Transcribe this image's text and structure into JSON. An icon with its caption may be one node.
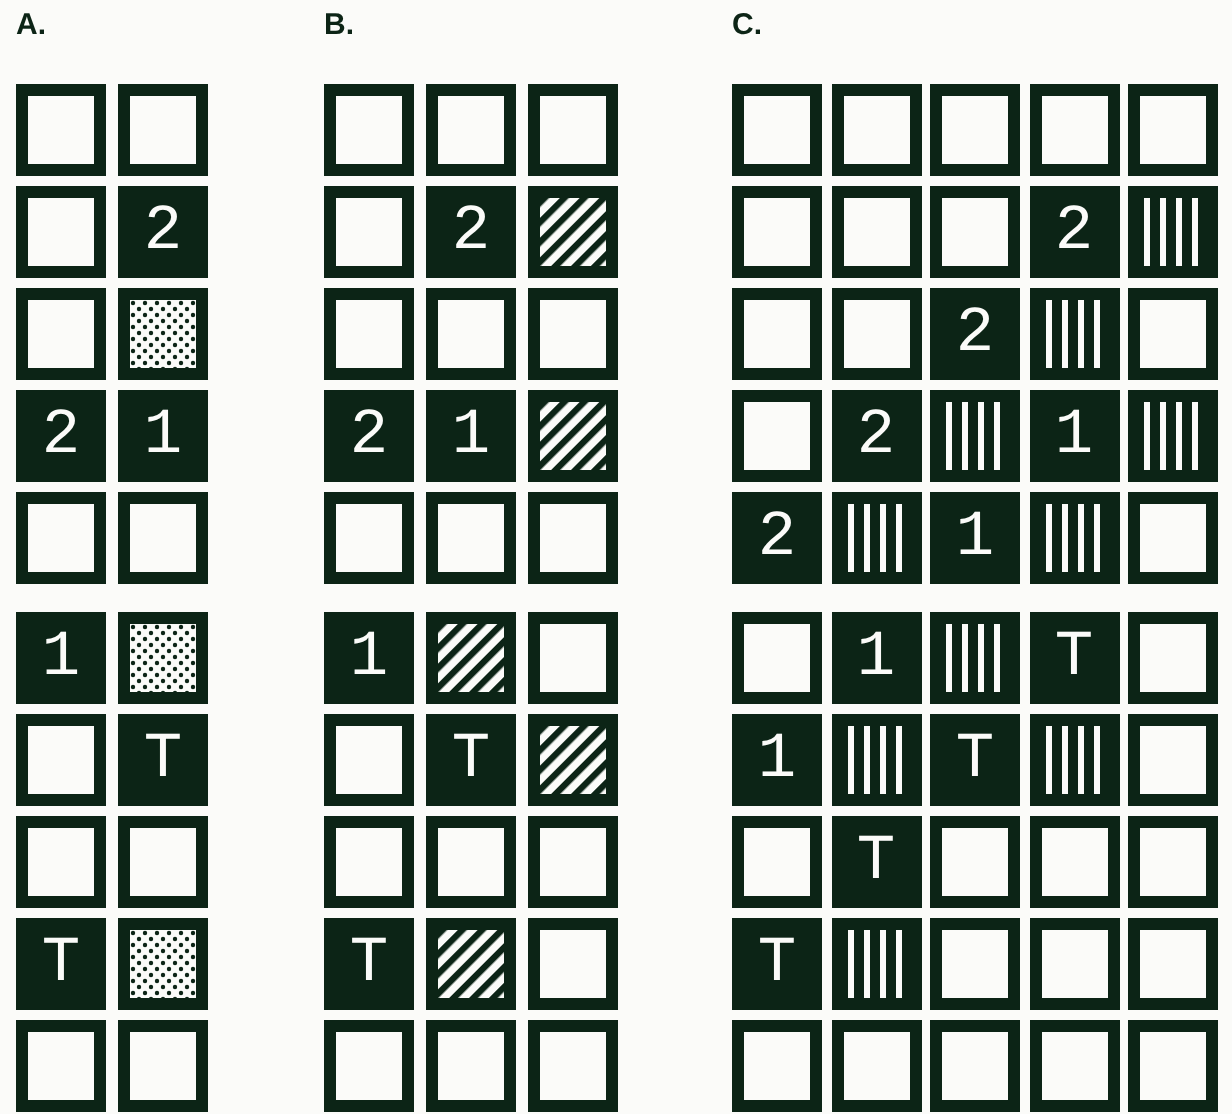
{
  "diagram": {
    "nodes": [
      {
        "text": [
          "A."
        ]
      },
      {
        "text": [],
        "shape": "box",
        "in": 0
      },
      {
        "text": [],
        "shape": "box",
        "in": 0
      },
      {
        "text": [],
        "shape": "box",
        "in": 0
      },
      {
        "text": [
          "2"
        ],
        "in": 0
      },
      {
        "text": [],
        "shape": "box",
        "in": 0
      },
      {
        "text": [],
        "shape": "box",
        "in": 0
      },
      {
        "text": [
          "2"
        ],
        "in": 0
      },
      {
        "text": [
          "1"
        ],
        "in": 0
      },
      {
        "text": [],
        "shape": "box",
        "in": 0
      },
      {
        "text": [],
        "shape": "box",
        "in": 0
      },
      {
        "text": [
          "1"
        ],
        "in": 0
      },
      {
        "text": [],
        "shape": "box",
        "in": 0
      },
      {
        "text": [],
        "shape": "box",
        "in": 0
      },
      {
        "text": [
          "T"
        ],
        "in": 0
      },
      {
        "text": [],
        "shape": "box",
        "in": 0
      },
      {
        "text": [],
        "shape": "box",
        "in": 0
      },
      {
        "text": [
          "T"
        ],
        "in": 0
      },
      {
        "text": [],
        "shape": "box",
        "in": 0
      },
      {
        "text": [],
        "shape": "box",
        "in": 0
      },
      {
        "text": [],
        "shape": "box",
        "in": 0
      },
      {
        "text": [
          "B."
        ]
      },
      {
        "text": [],
        "shape": "box",
        "in": 21
      },
      {
        "text": [],
        "shape": "box",
        "in": 21
      },
      {
        "text": [],
        "shape": "box",
        "in": 21
      },
      {
        "text": [],
        "shape": "box",
        "in": 21
      },
      {
        "text": [
          "2"
        ],
        "in": 21
      },
      {
        "text": [],
        "shape": "box",
        "in": 21
      },
      {
        "text": [],
        "shape": "box",
        "in": 21
      },
      {
        "text": [],
        "shape": "box",
        "in": 21
      },
      {
        "text": [],
        "shape": "box",
        "in": 21
      },
      {
        "text": [
          "2"
        ],
        "in": 21
      },
      {
        "text": [
          "1"
        ],
        "in": 21
      },
      {
        "text": [],
        "shape": "box",
        "in": 21
      },
      {
        "text": [],
        "shape": "box",
        "in": 21
      },
      {
        "text": [],
        "shape": "box",
        "in": 21
      },
      {
        "text": [],
        "shape": "box",
        "in": 21
      },
      {
        "text": [
          "1"
        ],
        "in": 21
      },
      {
        "text": [],
        "shape": "box",
        "in": 21
      },
      {
        "text": [],
        "shape": "box",
        "in": 21
      },
      {
        "text": [],
        "shape": "box",
        "in": 21
      },
      {
        "text": [
          "T"
        ],
        "in": 21
      },
      {
        "text": [],
        "shape": "box",
        "in": 21
      },
      {
        "text": [],
        "shape": "box",
        "in": 21
      },
      {
        "text": [],
        "shape": "box",
        "in": 21
      },
      {
        "text": [],
        "shape": "box",
        "in": 21
      },
      {
        "text": [
          "T"
        ],
        "in": 21
      },
      {
        "text": [],
        "shape": "box",
        "in": 21
      },
      {
        "text": [],
        "shape": "box",
        "in": 21
      },
      {
        "text": [],
        "shape": "box",
        "in": 21
      },
      {
        "text": [],
        "shape": "box",
        "in": 21
      },
      {
        "text": [],
        "shape": "box",
        "in": 21
      },
      {
        "text": [
          "C."
        ]
      },
      {
        "text": [],
        "shape": "box",
        "in": 52
      },
      {
        "text": [],
        "shape": "box",
        "in": 52
      },
      {
        "text": [],
        "shape": "box",
        "in": 52
      },
      {
        "text": [],
        "shape": "box",
        "in": 52
      },
      {
        "text": [],
        "shape": "box",
        "in": 52
      },
      {
        "text": [],
        "shape": "box",
        "in": 52
      },
      {
        "text": [],
        "shape": "box",
        "in": 52
      },
      {
        "text": [],
        "shape": "box",
        "in": 52
      },
      {
        "text": [
          "2"
        ],
        "in": 52
      },
      {
        "text": [],
        "shape": "box",
        "in": 52
      },
      {
        "text": [],
        "shape": "box",
        "in": 52
      },
      {
        "text": [],
        "shape": "box",
        "in": 52
      },
      {
        "text": [
          "2"
        ],
        "in": 52
      },
      {
        "text": [],
        "shape": "box",
        "in": 52
      },
      {
        "text": [],
        "shape": "box",
        "in": 52
      },
      {
        "text": [],
        "shape": "box",
        "in": 52
      },
      {
        "text": [
          "2"
        ],
        "in": 52
      },
      {
        "text": [],
        "shape": "box",
        "in": 52
      },
      {
        "text": [
          "1"
        ],
        "in": 52
      },
      {
        "text": [],
        "shape": "box",
        "in": 52
      },
      {
        "text": [
          "2"
        ],
        "in": 52
      },
      {
        "text": [],
        "shape": "box",
        "in": 52
      },
      {
        "text": [
          "1"
        ],
        "in": 52
      },
      {
        "text": [],
        "shape": "box",
        "in": 52
      },
      {
        "text": [],
        "shape": "box",
        "in": 52
      },
      {
        "text": [],
        "shape": "box",
        "in": 52
      },
      {
        "text": [
          "1"
        ],
        "in": 52
      },
      {
        "text": [],
        "shape": "box",
        "in": 52
      },
      {
        "text": [
          "T"
        ],
        "in": 52
      },
      {
        "text": [],
        "shape": "box",
        "in": 52
      },
      {
        "text": [
          "1"
        ],
        "in": 52
      },
      {
        "text": [],
        "shape": "box",
        "in": 52
      },
      {
        "text": [
          "T"
        ],
        "in": 52
      },
      {
        "text": [],
        "shape": "box",
        "in": 52
      },
      {
        "text": [],
        "shape": "box",
        "in": 52
      },
      {
        "text": [],
        "shape": "box",
        "in": 52
      },
      {
        "text": [
          "T"
        ],
        "in": 52
      },
      {
        "text": [],
        "shape": "box",
        "in": 52
      },
      {
        "text": [],
        "shape": "box",
        "in": 52
      },
      {
        "text": [],
        "shape": "box",
        "in": 52
      },
      {
        "text": [
          "T"
        ],
        "in": 52
      },
      {
        "text": [],
        "shape": "box",
        "in": 52
      },
      {
        "text": [],
        "shape": "box",
        "in": 52
      },
      {
        "text": [],
        "shape": "box",
        "in": 52
      },
      {
        "text": [],
        "shape": "box",
        "in": 52
      },
      {
        "text": [],
        "shape": "box",
        "in": 52
      },
      {
        "text": [],
        "shape": "box",
        "in": 52
      },
      {
        "text": [],
        "shape": "box",
        "in": 52
      },
      {
        "text": [],
        "shape": "box",
        "in": 52
      },
      {
        "text": [],
        "shape": "box",
        "in": 52
      }
    ]
  }
}
